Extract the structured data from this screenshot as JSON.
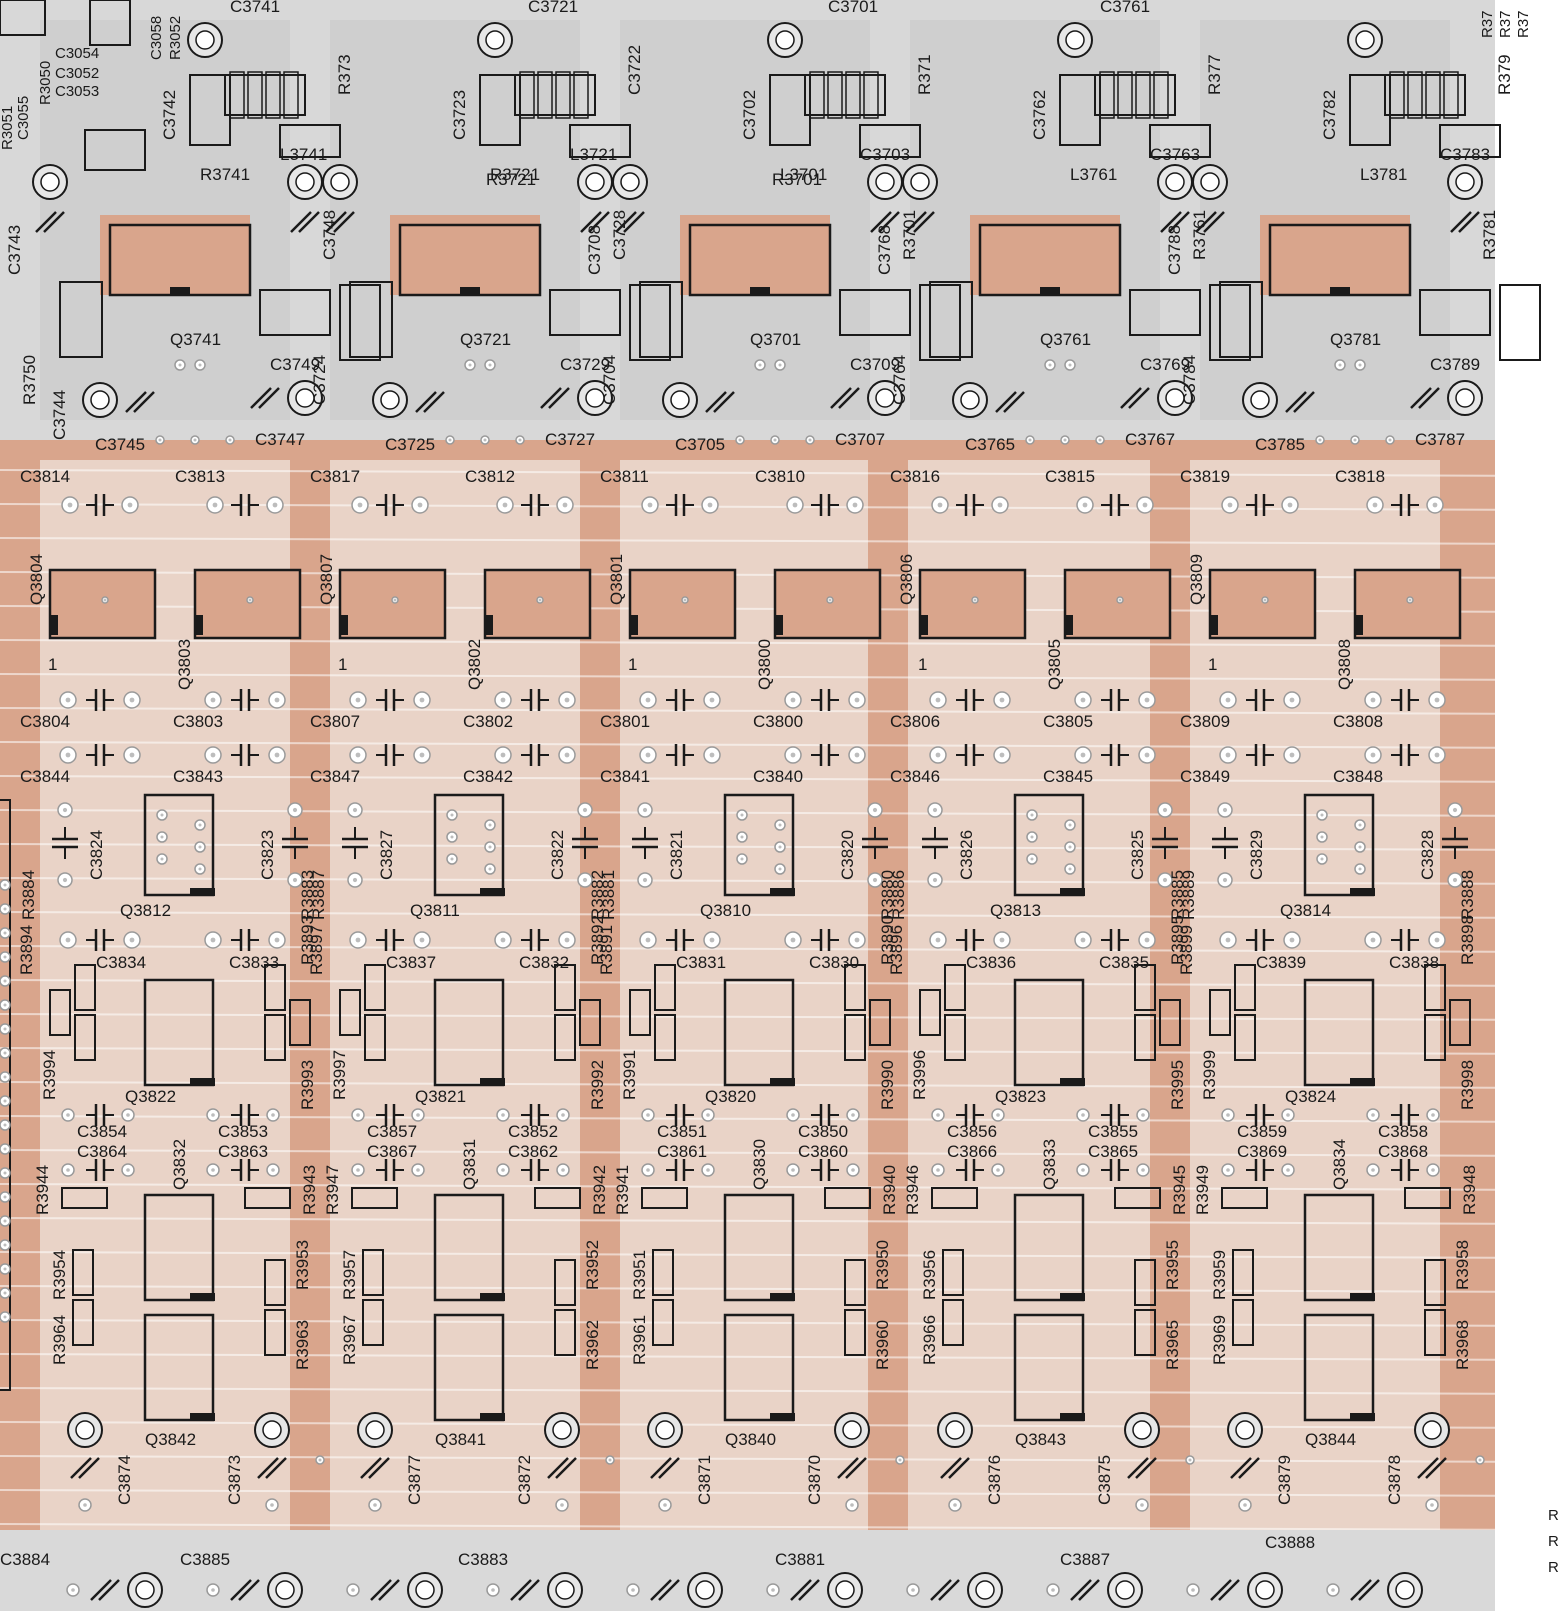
{
  "colors": {
    "background": "#ffffff",
    "copper": "#d9a58c",
    "copper_dark": "#c08c72",
    "silk_grey": "#c9c9c9",
    "outline": "#1a1a1a",
    "pad": "#ffffff"
  },
  "header_labels": [
    "C3741",
    "C3721",
    "C3701",
    "C3761",
    "R3721",
    "R3701"
  ],
  "left_top_labels": [
    "C3058",
    "R3052",
    "C3054",
    "C3052",
    "C3053",
    "R3050",
    "C3055",
    "R3051"
  ],
  "right_edge_labels": [
    "R37",
    "R37",
    "R37"
  ],
  "bottom_right_labels": [
    "R",
    "R",
    "R"
  ],
  "top_channels": [
    {
      "id": "ch-3741",
      "upper_labels": [
        "R373",
        "C3742",
        "L3741",
        "R3741",
        "C3748",
        "C3743"
      ],
      "transistor": "Q3741",
      "row_caps": [
        "C3749",
        "C3745",
        "C3747",
        "R3750",
        "C3744"
      ]
    },
    {
      "id": "ch-3721",
      "upper_labels": [
        "C3722",
        "C3723",
        "L3721",
        "R3721",
        "C3728"
      ],
      "transistor": "Q3721",
      "row_caps": [
        "C3729",
        "C3725",
        "C3727",
        "C3724"
      ]
    },
    {
      "id": "ch-3701",
      "upper_labels": [
        "R371",
        "C3702",
        "C3703",
        "L3701",
        "R3701",
        "C3708"
      ],
      "transistor": "Q3701",
      "row_caps": [
        "C3709",
        "C3705",
        "C3707",
        "C3704"
      ]
    },
    {
      "id": "ch-3761",
      "upper_labels": [
        "R377",
        "C3762",
        "C3763",
        "L3761",
        "R3761",
        "C3768"
      ],
      "transistor": "Q3761",
      "row_caps": [
        "C3769",
        "C3765",
        "C3767",
        "C3764"
      ]
    },
    {
      "id": "ch-3781",
      "upper_labels": [
        "R379",
        "C3782",
        "C3783",
        "L3781",
        "R3781",
        "C3788"
      ],
      "transistor": "Q3781",
      "row_caps": [
        "C3789",
        "C3785",
        "C3787",
        "C3784"
      ]
    }
  ],
  "lower_channels": [
    {
      "id": "ch-a",
      "top_caps": [
        "C3814",
        "C3813"
      ],
      "q_pair": [
        "Q3804",
        "Q3803"
      ],
      "pin_mark": "1",
      "mid_caps_1": [
        "C3804",
        "C3803"
      ],
      "mid_caps_2": [
        "C3844",
        "C3843"
      ],
      "vertical_caps": [
        "C3824",
        "C3823"
      ],
      "driver": "Q3812",
      "side_resistors": [
        "R3884",
        "R3883"
      ],
      "low_caps": [
        "C3834",
        "C3833"
      ],
      "low_resistors": [
        "R3894",
        "R3893",
        "R3994",
        "R3993"
      ],
      "output_q": "Q3822",
      "output_caps": [
        "C3854",
        "C3853",
        "C3864",
        "C3863"
      ],
      "final_q_upper": "Q3832",
      "final_resistors": [
        "R3944",
        "R3943",
        "R3954",
        "R3953",
        "R3964",
        "R3963"
      ],
      "final_q_lower": "Q3842",
      "bottom_caps": [
        "C3874",
        "C3873"
      ]
    },
    {
      "id": "ch-b",
      "top_caps": [
        "C3817",
        "C3812"
      ],
      "q_pair": [
        "Q3807",
        "Q3802"
      ],
      "pin_mark": "1",
      "mid_caps_1": [
        "C3807",
        "C3802"
      ],
      "mid_caps_2": [
        "C3847",
        "C3842"
      ],
      "vertical_caps": [
        "C3827",
        "C3822"
      ],
      "driver": "Q3811",
      "side_resistors": [
        "R3887",
        "R3882"
      ],
      "low_caps": [
        "C3837",
        "C3832"
      ],
      "low_resistors": [
        "R3897",
        "R3892",
        "R3997",
        "R3992"
      ],
      "output_q": "Q3821",
      "output_caps": [
        "C3857",
        "C3852",
        "C3867",
        "C3862"
      ],
      "final_q_upper": "Q3831",
      "final_resistors": [
        "R3947",
        "R3942",
        "R3957",
        "R3952",
        "R3967",
        "R3962"
      ],
      "final_q_lower": "Q3841",
      "bottom_caps": [
        "C3877",
        "C3872"
      ]
    },
    {
      "id": "ch-c",
      "top_caps": [
        "C3811",
        "C3810"
      ],
      "q_pair": [
        "Q3801",
        "Q3800"
      ],
      "pin_mark": "1",
      "mid_caps_1": [
        "C3801",
        "C3800"
      ],
      "mid_caps_2": [
        "C3841",
        "C3840"
      ],
      "vertical_caps": [
        "C3821",
        "C3820"
      ],
      "driver": "Q3810",
      "side_resistors": [
        "R3881",
        "R3880"
      ],
      "low_caps": [
        "C3831",
        "C3830"
      ],
      "low_resistors": [
        "R3891",
        "R3890",
        "R3991",
        "R3990"
      ],
      "output_q": "Q3820",
      "output_caps": [
        "C3851",
        "C3850",
        "C3861",
        "C3860"
      ],
      "final_q_upper": "Q3830",
      "final_resistors": [
        "R3941",
        "R3940",
        "R3951",
        "R3950",
        "R3961",
        "R3960"
      ],
      "final_q_lower": "Q3840",
      "bottom_caps": [
        "C3871",
        "C3870"
      ]
    },
    {
      "id": "ch-d",
      "top_caps": [
        "C3816",
        "C3815"
      ],
      "q_pair": [
        "Q3806",
        "Q3805"
      ],
      "pin_mark": "1",
      "mid_caps_1": [
        "C3806",
        "C3805"
      ],
      "mid_caps_2": [
        "C3846",
        "C3845"
      ],
      "vertical_caps": [
        "C3826",
        "C3825"
      ],
      "driver": "Q3813",
      "side_resistors": [
        "R3886",
        "R3885"
      ],
      "low_caps": [
        "C3836",
        "C3835"
      ],
      "low_resistors": [
        "R3896",
        "R3895",
        "R3996",
        "R3995"
      ],
      "output_q": "Q3823",
      "output_caps": [
        "C3856",
        "C3855",
        "C3866",
        "C3865"
      ],
      "final_q_upper": "Q3833",
      "final_resistors": [
        "R3946",
        "R3945",
        "R3956",
        "R3955",
        "R3966",
        "R3965"
      ],
      "final_q_lower": "Q3843",
      "bottom_caps": [
        "C3876",
        "C3875"
      ]
    },
    {
      "id": "ch-e",
      "top_caps": [
        "C3819",
        "C3818"
      ],
      "q_pair": [
        "Q3809",
        "Q3808"
      ],
      "pin_mark": "1",
      "mid_caps_1": [
        "C3809",
        "C3808"
      ],
      "mid_caps_2": [
        "C3849",
        "C3848"
      ],
      "vertical_caps": [
        "C3829",
        "C3828"
      ],
      "driver": "Q3814",
      "side_resistors": [
        "R3889",
        "R3888"
      ],
      "low_caps": [
        "C3839",
        "C3838"
      ],
      "low_resistors": [
        "R3899",
        "R3898",
        "R3999",
        "R3998"
      ],
      "output_q": "Q3824",
      "output_caps": [
        "C3859",
        "C3858",
        "C3869",
        "C3868"
      ],
      "final_q_upper": "Q3834",
      "final_resistors": [
        "R3949",
        "R3948",
        "R3959",
        "R3958",
        "R3969",
        "R3968"
      ],
      "final_q_lower": "Q3844",
      "bottom_caps": [
        "C3879",
        "C3878"
      ]
    }
  ],
  "bottom_row_caps": [
    "C3884",
    "C3885",
    "C3883",
    "C3881",
    "C3887",
    "C3888"
  ]
}
